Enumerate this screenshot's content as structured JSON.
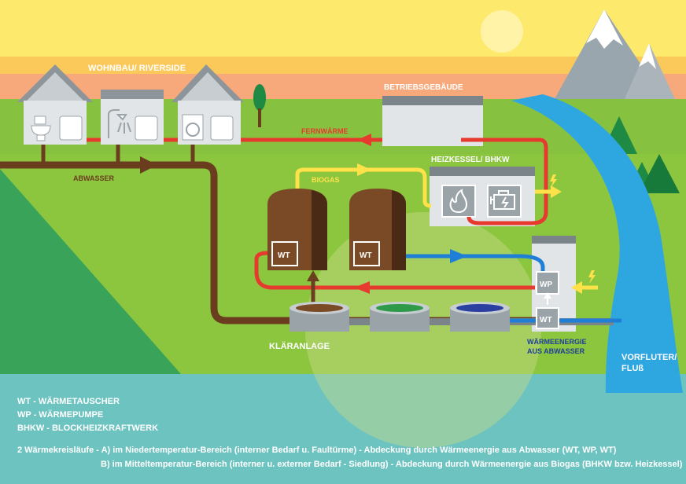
{
  "labels": {
    "residential": "WOHNBAU/ RIVERSIDE",
    "office": "BETRIEBSGEBÄUDE",
    "district_heating": "FERNWÄRME",
    "wastewater": "ABWASSER",
    "biogas": "BIOGAS",
    "boiler_chp": "HEIZKESSEL/ BHKW",
    "treatment_plant": "KLÄRANLAGE",
    "heat_from_wastewater_line1": "WÄRMEENERGIE",
    "heat_from_wastewater_line2": "AUS ABWASSER",
    "river_line1": "VORFLUTER/",
    "river_line2": "FLUß",
    "wt": "WT",
    "wp": "WP"
  },
  "legend": {
    "wt": "WT - WÄRMETAUSCHER",
    "wp": "WP - WÄRMEPUMPE",
    "bhkw": "BHKW - BLOCKHEIZKRAFTWERK"
  },
  "notes": {
    "line1": "2 Wärmekreisläufe - A) im Niedertemperatur-Bereich (interner Bedarf u. Faultürme)  - Abdeckung durch Wärmeenergie aus Abwasser (WT, WP, WT)",
    "line2": "B) im Mitteltemperatur-Bereich (interner u. externer Bedarf -  Siedlung)  - Abdeckung durch Wärmeenergie aus Biogas (BHKW bzw. Heizkessel)"
  },
  "colors": {
    "sky": "#fde96b",
    "grass": "#8cc63f",
    "water": "#6cc3c0",
    "brown": "#6b3d1f",
    "red": "#e63a2e",
    "yellow": "#ffe14a",
    "blue": "#1f7fd6",
    "river": "#2ea6e0"
  },
  "icons": [
    "toilet-icon",
    "shower-icon",
    "washing-machine-icon",
    "radiator-icon",
    "flame-icon",
    "engine-icon",
    "lightning-icon",
    "sun-icon",
    "tree-icon",
    "mountain-icon"
  ]
}
